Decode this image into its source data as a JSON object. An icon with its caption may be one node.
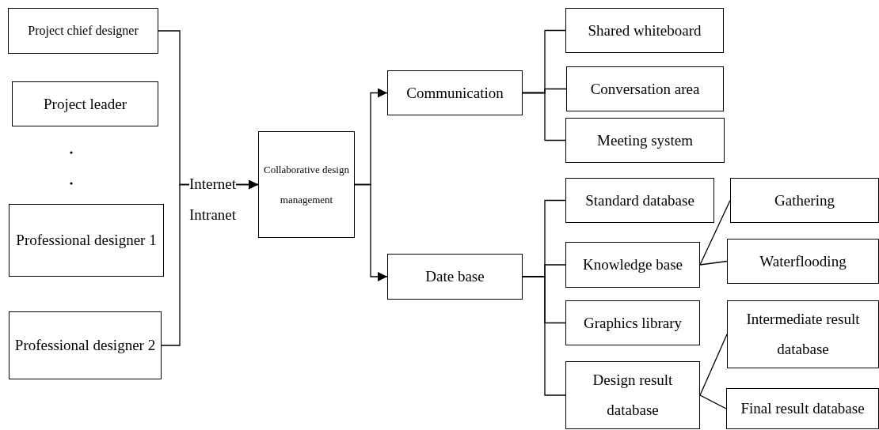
{
  "diagram": {
    "nodes": [
      {
        "text": [
          "Project chief designer"
        ]
      },
      {
        "text": [
          "Project leader"
        ]
      },
      {
        "text": [
          "Professional designer 1"
        ]
      },
      {
        "text": [
          "Professional designer 2"
        ]
      },
      {
        "text": [
          "Collaborative design management"
        ]
      },
      {
        "text": [
          "Communication"
        ]
      },
      {
        "text": [
          "Date base"
        ]
      },
      {
        "text": [
          "Shared whiteboard"
        ]
      },
      {
        "text": [
          "Conversation area"
        ]
      },
      {
        "text": [
          "Meeting system"
        ]
      },
      {
        "text": [
          "Standard database"
        ]
      },
      {
        "text": [
          "Knowledge base"
        ]
      },
      {
        "text": [
          "Gathering"
        ]
      },
      {
        "text": [
          "Waterflooding"
        ]
      },
      {
        "text": [
          "Graphics library"
        ]
      },
      {
        "text": [
          "Design result database"
        ]
      },
      {
        "text": [
          "Intermediate result database"
        ]
      },
      {
        "text": [
          "Final result database"
        ]
      }
    ],
    "edges": [
      {
        "from": 0,
        "to": 4,
        "arrow": "to"
      },
      {
        "from": 3,
        "to": 4,
        "arrow": "to"
      },
      {
        "from": 4,
        "to": 5,
        "arrow": "to"
      },
      {
        "from": 4,
        "to": 6,
        "arrow": "to"
      },
      {
        "from": 5,
        "to": 7,
        "arrow": "none"
      },
      {
        "from": 5,
        "to": 8,
        "arrow": "none"
      },
      {
        "from": 5,
        "to": 9,
        "arrow": "none"
      },
      {
        "from": 6,
        "to": 10,
        "arrow": "none"
      },
      {
        "from": 6,
        "to": 11,
        "arrow": "none"
      },
      {
        "from": 6,
        "to": 14,
        "arrow": "none"
      },
      {
        "from": 6,
        "to": 15,
        "arrow": "none"
      },
      {
        "from": 11,
        "to": 12,
        "arrow": "none"
      },
      {
        "from": 11,
        "to": 13,
        "arrow": "none"
      },
      {
        "from": 15,
        "to": 16,
        "arrow": "none"
      },
      {
        "from": 15,
        "to": 17,
        "arrow": "none"
      }
    ],
    "labels": [
      "Internet",
      "Intranet"
    ]
  }
}
